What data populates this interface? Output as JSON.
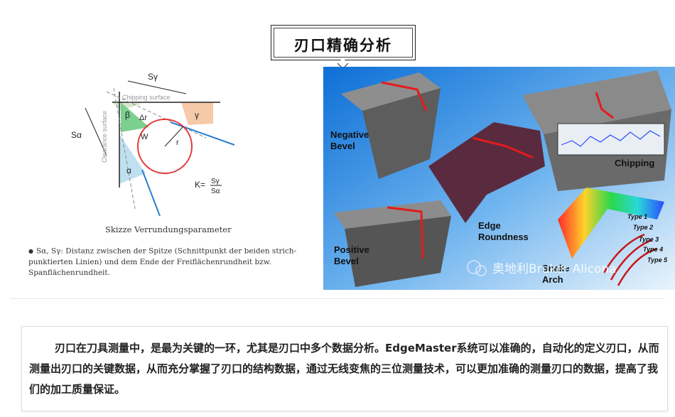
{
  "title": "刃口精确分析",
  "diagram": {
    "labels": {
      "s_gamma": "Sγ",
      "s_alpha": "Sα",
      "chipping_surface": "Chipping surface",
      "clearance_surface": "Clearance surface",
      "beta": "β",
      "gamma": "γ",
      "alpha": "α",
      "delta": "Δr",
      "w": "W",
      "r": "r",
      "k": "K=",
      "k_num": "Sγ",
      "k_den": "Sα"
    },
    "caption": "Skizze Verrundungsparameter",
    "bullet_text": "Sα, Sγ: Distanz zwischen der Spitze (Schnittpunkt der beiden strich-punktierten Linien) und dem Ende der Freiflächenrundheit bzw. Spanflächenrundheit."
  },
  "showcase": {
    "labels": {
      "negative_bevel": [
        "Negative",
        "Bevel"
      ],
      "positive_bevel": [
        "Positive",
        "Bevel"
      ],
      "edge_roundness": [
        "Edge",
        "Roundness"
      ],
      "chipping": "Chipping",
      "arch": [
        "Snake",
        "Arch"
      ],
      "types": [
        "Type 1",
        "Type 2",
        "Type 3",
        "Type 4",
        "Type 5"
      ]
    },
    "watermark": "奥地利Bruker Alicona"
  },
  "body_text": "刃口在刀具测量中，是最为关键的一环，尤其是刃口中多个数据分析。EdgeMaster系统可以准确的，自动化的定义刃口，从而测量出刃口的关键数据，从而充分掌握了刃口的结构数据，通过无线变焦的三位测量技术，可以更加准确的测量刃口的数据，提高了我们的加工质量保证。"
}
